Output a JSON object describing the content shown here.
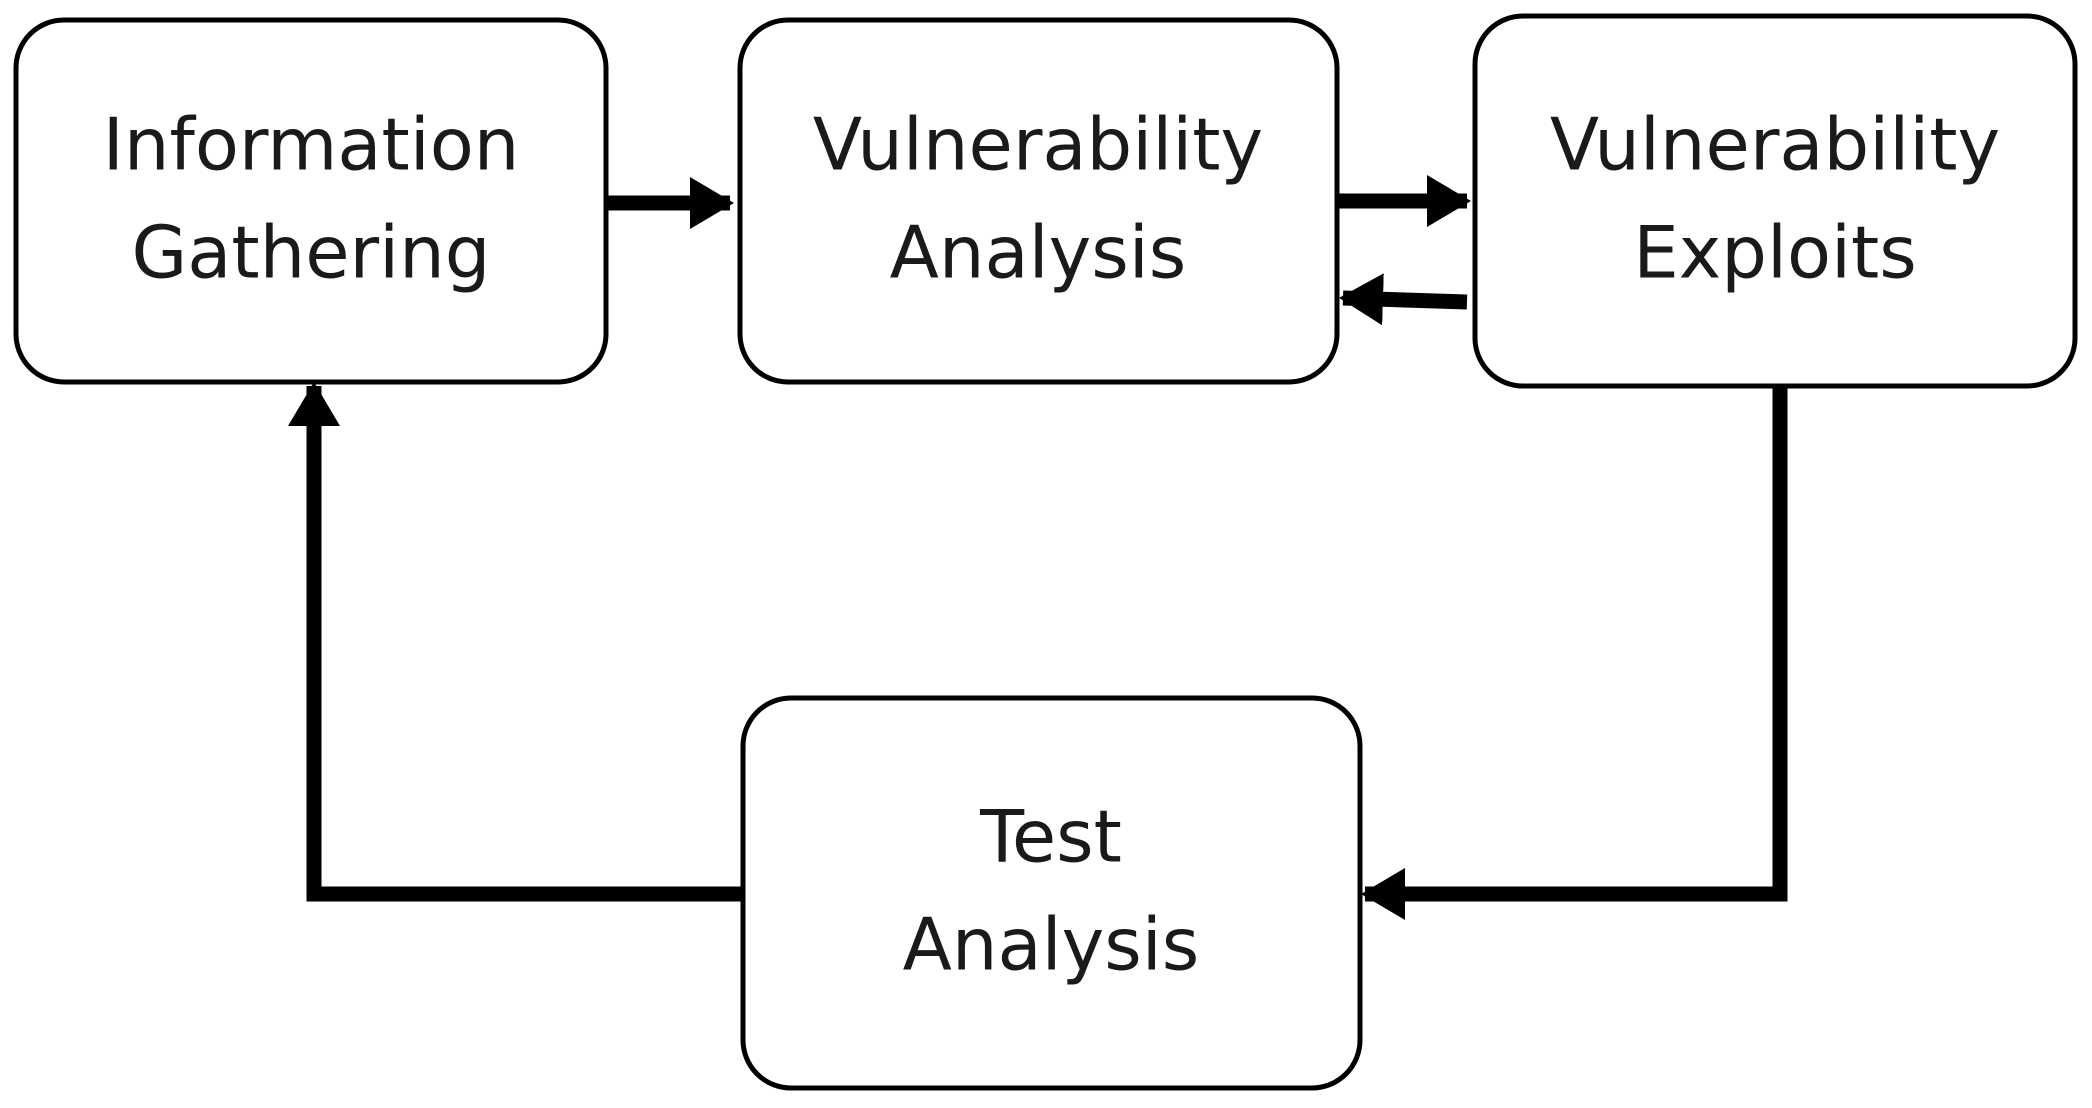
{
  "nodes": {
    "info": {
      "line1": "Information",
      "line2": "Gathering"
    },
    "vuln_analysis": {
      "line1": "Vulnerability",
      "line2": "Analysis"
    },
    "vuln_exploits": {
      "line1": "Vulnerability",
      "line2": "Exploits"
    },
    "test": {
      "line1": "Test",
      "line2": "Analysis"
    }
  },
  "edges": [
    {
      "from": "Information Gathering",
      "to": "Vulnerability Analysis"
    },
    {
      "from": "Vulnerability Analysis",
      "to": "Vulnerability Exploits"
    },
    {
      "from": "Vulnerability Exploits",
      "to": "Vulnerability Analysis"
    },
    {
      "from": "Vulnerability Exploits",
      "to": "Test Analysis"
    },
    {
      "from": "Test Analysis",
      "to": "Information Gathering"
    }
  ],
  "colors": {
    "stroke": "#000000",
    "text": "#1a1a1a",
    "background": "#ffffff"
  }
}
